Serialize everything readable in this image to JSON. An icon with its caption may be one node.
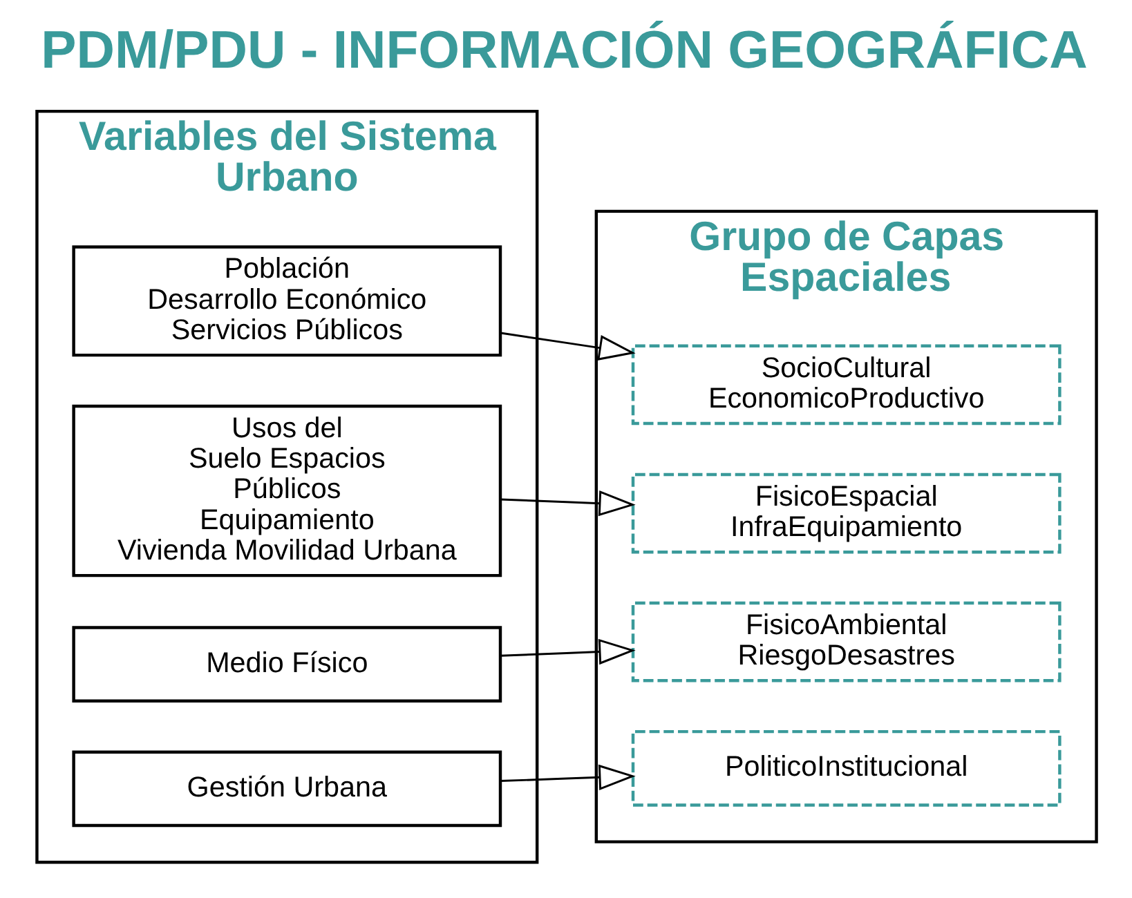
{
  "diagram": {
    "title": "PDM/PDU - INFORMACIÓN GEOGRÁFICA",
    "nodes": [
      {
        "text": [
          "Variables del Sistema Urbano"
        ]
      },
      {
        "text": [
          "Población Desarrollo Económico Servicios Públicos"
        ],
        "in": 0
      },
      {
        "text": [
          "Usos del Suelo Espacios Públicos Equipamiento Vivienda Movilidad Urbana"
        ],
        "in": 0
      },
      {
        "text": [
          "Medio Físico"
        ],
        "in": 0
      },
      {
        "text": [
          "Gestión Urbana"
        ],
        "in": 0
      },
      {
        "text": [
          "Grupo de Capas Espaciales"
        ]
      },
      {
        "text": [
          "SocioCultural EconomicoProductivo"
        ],
        "in": 5
      },
      {
        "text": [
          "FisicoEspacial InfraEquipamiento"
        ],
        "in": 5
      },
      {
        "text": [
          "FisicoAmbiental RiesgoDesastres"
        ],
        "in": 5
      },
      {
        "text": [
          "PoliticoInstitucional"
        ],
        "in": 5
      }
    ],
    "edges": [
      {
        "from": 1,
        "to": 6,
        "arrow": "to"
      },
      {
        "from": 2,
        "to": 7,
        "arrow": "to"
      },
      {
        "from": 3,
        "to": 8,
        "arrow": "to"
      },
      {
        "from": 4,
        "to": 9,
        "arrow": "to"
      }
    ]
  }
}
